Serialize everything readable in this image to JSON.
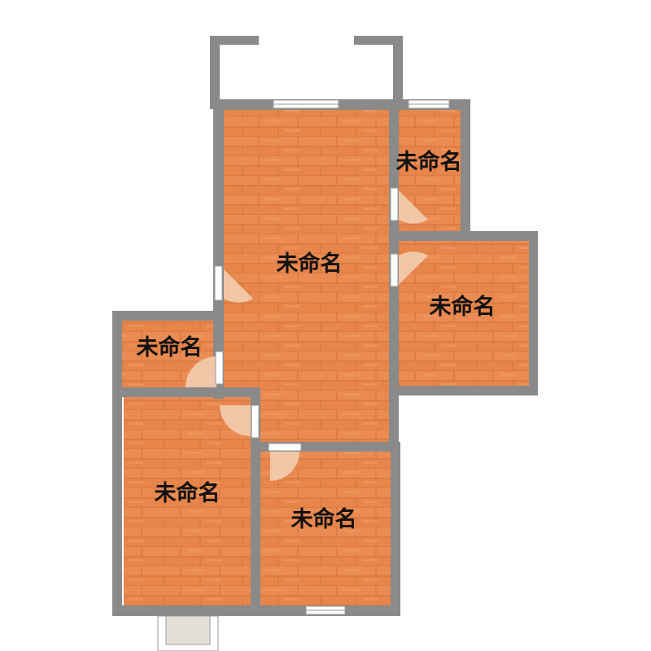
{
  "colors": {
    "wall": "#8a8a8a",
    "floor": "#e8854a",
    "door_fill": "#f2cdb0",
    "window_fill": "#ffffff",
    "balcony_fill": "#e4e0d6"
  },
  "rooms": [
    {
      "id": "living",
      "label": "未命名"
    },
    {
      "id": "top-right",
      "label": "未命名"
    },
    {
      "id": "right",
      "label": "未命名"
    },
    {
      "id": "small-left",
      "label": "未命名"
    },
    {
      "id": "bottom-left",
      "label": "未命名"
    },
    {
      "id": "bottom-middle",
      "label": "未命名"
    }
  ]
}
